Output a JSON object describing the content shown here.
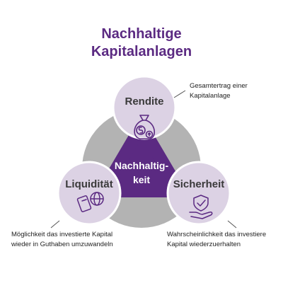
{
  "title": {
    "line1": "Nachhaltige",
    "line2": "Kapitalanlagen"
  },
  "center": {
    "line1": "Nachhaltig-",
    "line2": "keit"
  },
  "nodes": {
    "top": {
      "label": "Rendite",
      "description_line1": "Gesamtertrag einer",
      "description_line2": "Kapitalanlage",
      "icon": "money-bag-icon"
    },
    "left": {
      "label": "Liquidität",
      "description_line1": "Möglichkeit das investierte Kapital",
      "description_line2": "wieder in Guthaben umzuwandeln",
      "icon": "card-globe-icon"
    },
    "right": {
      "label": "Sicherheit",
      "description_line1": "Wahrscheinlichkeit das investiere",
      "description_line2": "Kapital wiederzuerhalten",
      "icon": "shield-hand-icon"
    }
  },
  "colors": {
    "title": "#5b2a82",
    "center": "#5b2a82",
    "node_fill": "#dcd2e4",
    "background_circle": "#b3b3b3",
    "icon_stroke": "#5b2a82"
  }
}
